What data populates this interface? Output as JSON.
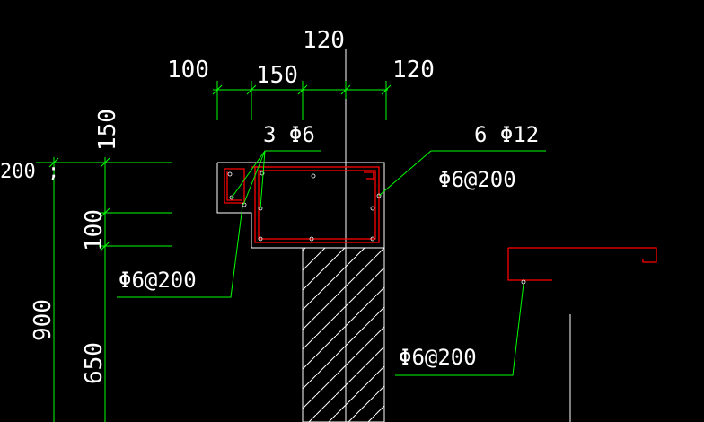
{
  "drawing": {
    "background": "#000000",
    "colors": {
      "dimension": "#00ff00",
      "leader": "#00ff00",
      "outline": "#ffffff",
      "rebar": "#ff0000",
      "hatch": "#ffffff",
      "text": "#ffffff"
    }
  },
  "dimensions": {
    "top_center": "120",
    "top_left": "100",
    "top_mid": "150",
    "top_right": "120",
    "left_top": "150",
    "left_partial": "200 ;",
    "left_mid": "100",
    "left_total": "900",
    "left_bottom": "650"
  },
  "rebar_labels": {
    "longitudinal_small": "3 Φ6",
    "longitudinal_main": "6 Φ12",
    "stirrup_right": "Φ6@200",
    "stirrup_left": "Φ6@200",
    "stirrup_bottom": "Φ6@200"
  }
}
